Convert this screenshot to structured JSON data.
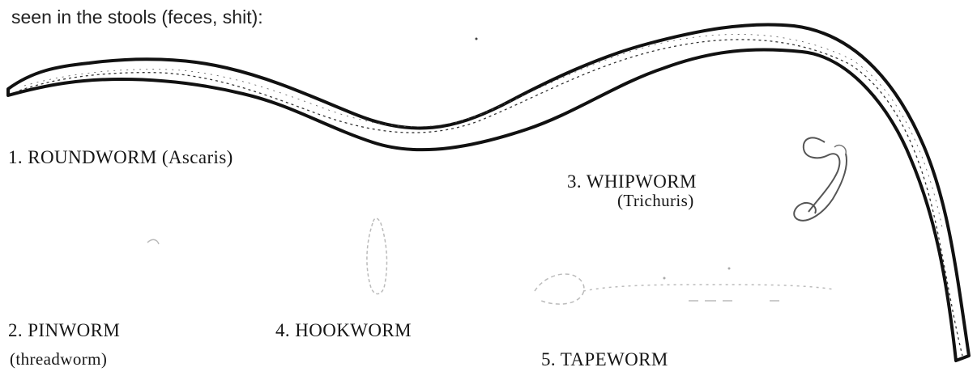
{
  "intro_text": "seen in the stools (feces, shit):",
  "worms": [
    {
      "label": "1. ROUNDWORM (Ascaris)"
    },
    {
      "label": "2. PINWORM",
      "sublabel": "(threadworm)"
    },
    {
      "label": "3. WHIPWORM",
      "sublabel": "(Trichuris)"
    },
    {
      "label": "4. HOOKWORM"
    },
    {
      "label": "5. TAPEWORM"
    }
  ]
}
